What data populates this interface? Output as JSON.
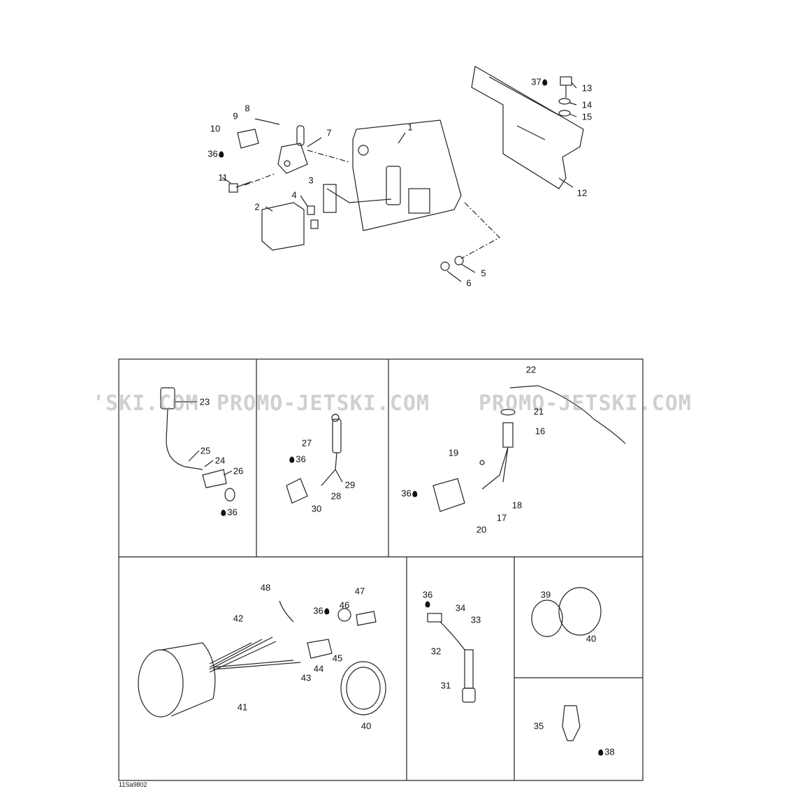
{
  "watermark": {
    "text_1": "'SKI.COM",
    "text_2": "PROMO-JETSKI.COM",
    "text_3": "PROMO-JETSKI.COM"
  },
  "drawing_code": "11Sa9802",
  "callouts": {
    "top": [
      "1",
      "2",
      "3",
      "4",
      "5",
      "6",
      "7",
      "8",
      "9",
      "10",
      "11",
      "12",
      "13",
      "14",
      "15",
      "36",
      "37"
    ],
    "panel_sensor": [
      "23",
      "25",
      "24",
      "26",
      "36"
    ],
    "panel_wire": [
      "27",
      "36",
      "29",
      "28",
      "30"
    ],
    "panel_lanyard": [
      "22",
      "21",
      "16",
      "19",
      "36",
      "18",
      "17",
      "20"
    ],
    "panel_gauge": [
      "48",
      "42",
      "36",
      "46",
      "47",
      "44",
      "43",
      "45",
      "41",
      "40"
    ],
    "panel_fuel_sensor": [
      "36",
      "34",
      "33",
      "32",
      "31"
    ],
    "panel_cap": [
      "39",
      "40"
    ],
    "panel_fitting": [
      "35",
      "38"
    ]
  }
}
